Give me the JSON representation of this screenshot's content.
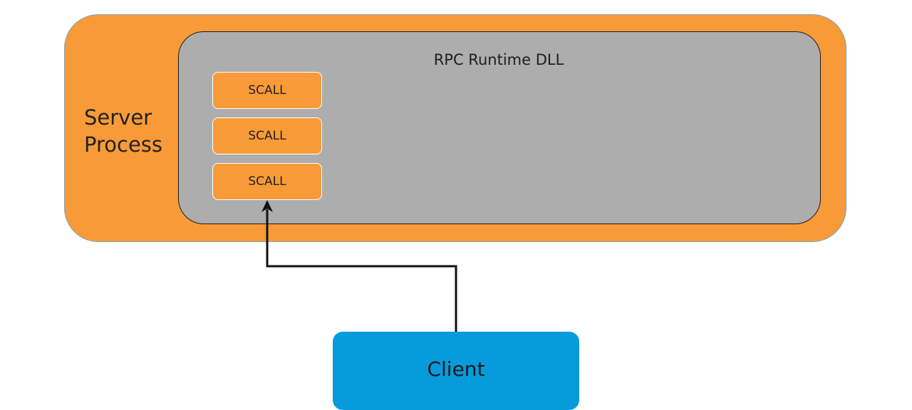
{
  "server_process": {
    "label": "Server\nProcess",
    "color": "#f99a38"
  },
  "rpc_runtime": {
    "label": "RPC Runtime DLL",
    "color": "#adadad"
  },
  "scalls": [
    {
      "label": "SCALL"
    },
    {
      "label": "SCALL"
    },
    {
      "label": "SCALL"
    }
  ],
  "client": {
    "label": "Client",
    "color": "#089bdb"
  },
  "connector": {
    "from": "client",
    "to": "scall-3",
    "color": "#111111"
  }
}
